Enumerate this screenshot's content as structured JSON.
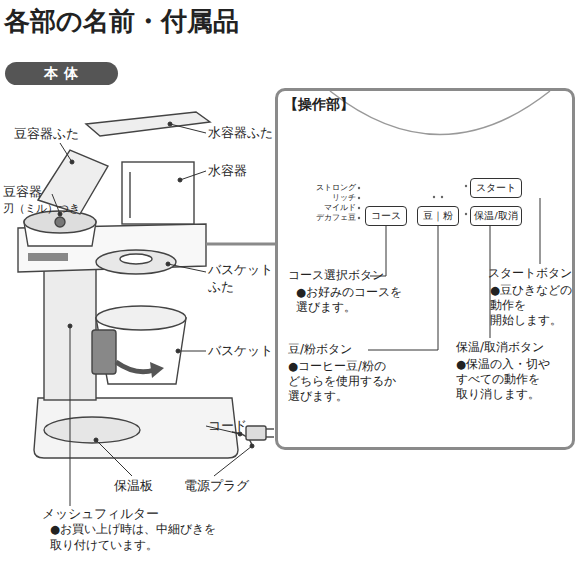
{
  "diagram": {
    "title": "各部の名前・付属品",
    "nodes": [
      {
        "text": [
          "本 体"
        ]
      },
      {
        "text": [
          "【操作部】"
        ]
      },
      {
        "text": [
          "コース"
        ],
        "in": 1
      },
      {
        "text": [
          "豆｜粉"
        ],
        "in": 1
      },
      {
        "text": [
          "保温/取消"
        ],
        "in": 1
      },
      {
        "text": [
          "スタート"
        ],
        "in": 1
      }
    ],
    "labels": [
      "豆容器ふた",
      "水容器ふた",
      "水容器",
      "豆容器",
      "刃（ミル）つき",
      "バスケット ふた",
      "バスケット",
      "コード",
      "保温板",
      "電源プラグ",
      "メッシュフィルター",
      "●お買い上げ時は、中細びきを 取り付けています。",
      "ストロング",
      "リッチ",
      "マイルド",
      "デカフェ豆",
      "コース選択ボタン",
      "●お好みのコースを 選びます。",
      "豆/粉ボタン",
      "●コーヒー豆/粉の どちらを使用するか 選びます。",
      "スタートボタン",
      "●豆ひきなどの 動作を 開始します。",
      "保温/取消ボタン",
      "●保温の入・切や すべての動作を 取り消します。"
    ]
  }
}
